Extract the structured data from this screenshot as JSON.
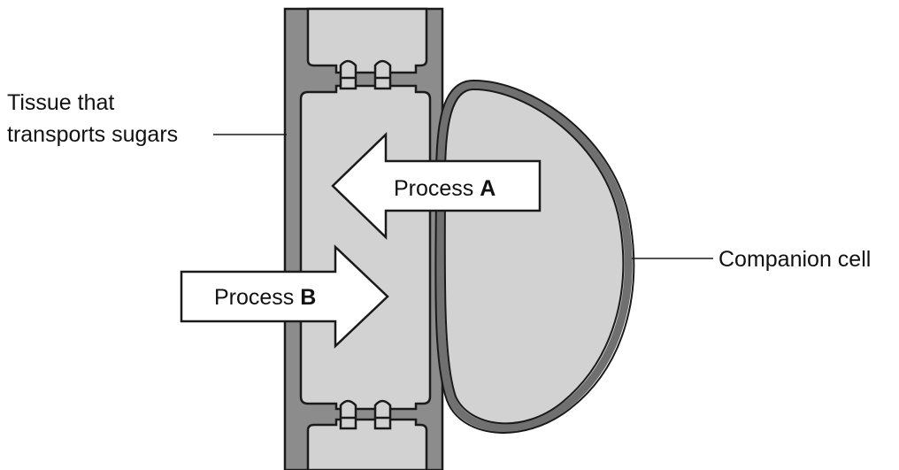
{
  "labels": {
    "tissue_line1": "Tissue that",
    "tissue_line2": "transports sugars",
    "companion": "Companion cell",
    "process_a_word": "Process",
    "process_a_letter": "A",
    "process_b_word": "Process",
    "process_b_letter": "B"
  },
  "colors": {
    "wall": "#8c8c8c",
    "lumen": "#d2d2d2",
    "outline": "#1a1a1a",
    "arrow_fill": "#ffffff",
    "background": "#ffffff"
  }
}
